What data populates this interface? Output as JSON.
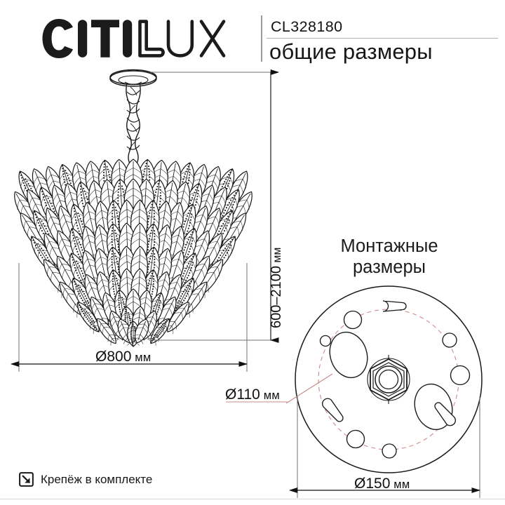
{
  "header": {
    "brand": "CITILUX",
    "brand_solid_part": "CITI",
    "brand_outline_part": "LUX",
    "sku": "CL328180",
    "subtitle": "общие размеры"
  },
  "left_view": {
    "name": "chandelier-elevation",
    "height_dimension": "600–2100",
    "height_unit": "мм",
    "height_label": "600–2100 мм",
    "diameter_dimension": "Ø800",
    "diameter_unit": "мм",
    "diameter_label": "Ø800 мм"
  },
  "right_view": {
    "title_line1": "Монтажные",
    "title_line2": "размеры",
    "title": "Монтажные размеры",
    "bolt_circle_label": "Ø110 мм",
    "bolt_circle_value": "Ø110",
    "bolt_circle_unit": "мм",
    "plate_diameter_label": "Ø150 мм",
    "plate_diameter_value": "Ø150",
    "plate_diameter_unit": "мм"
  },
  "footer": {
    "note": "Крепёж в комплекте",
    "icon": "box-arrow-in-icon"
  },
  "colors": {
    "ink": "#111111",
    "line": "#1a1a1a",
    "thin_line": "#777777",
    "accent_red": "#d08b8b",
    "rule_grey": "#b0b0b0"
  }
}
